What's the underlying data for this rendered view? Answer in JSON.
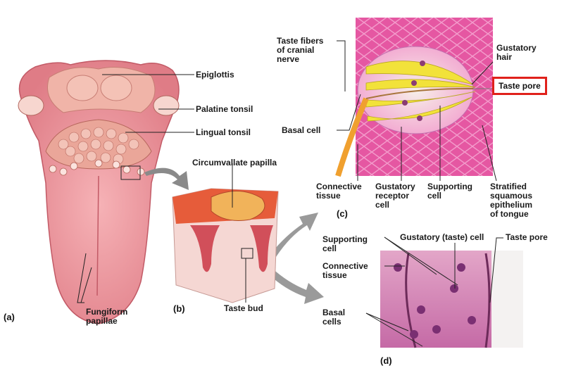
{
  "labels": {
    "epiglottis": "Epiglottis",
    "palatine_tonsil": "Palatine tonsil",
    "lingual_tonsil": "Lingual tonsil",
    "fungiform": "Fungiform\npapillae",
    "circumvallate": "Circumvallate papilla",
    "taste_bud": "Taste bud",
    "taste_fibers": "Taste fibers\nof cranial\nnerve",
    "basal_cell_c": "Basal cell",
    "gustatory_hair": "Gustatory\nhair",
    "taste_pore_c": "Taste pore",
    "connective_c": "Connective\ntissue",
    "gustatory_receptor": "Gustatory\nreceptor\ncell",
    "supporting_c": "Supporting\ncell",
    "stratified": "Stratified\nsquamous\nepithelium\nof tongue",
    "supporting_d": "Supporting\ncell",
    "gustatory_taste_cell": "Gustatory (taste) cell",
    "taste_pore_d": "Taste pore",
    "connective_d": "Connective\ntissue",
    "basal_cells_d": "Basal\ncells"
  },
  "panels": {
    "a": "(a)",
    "b": "(b)",
    "c": "(c)",
    "d": "(d)"
  },
  "colors": {
    "highlight": "#e0211b",
    "tongue": "#e98a93",
    "epithelium": "#e04a97",
    "receptor": "#f2e23a"
  }
}
